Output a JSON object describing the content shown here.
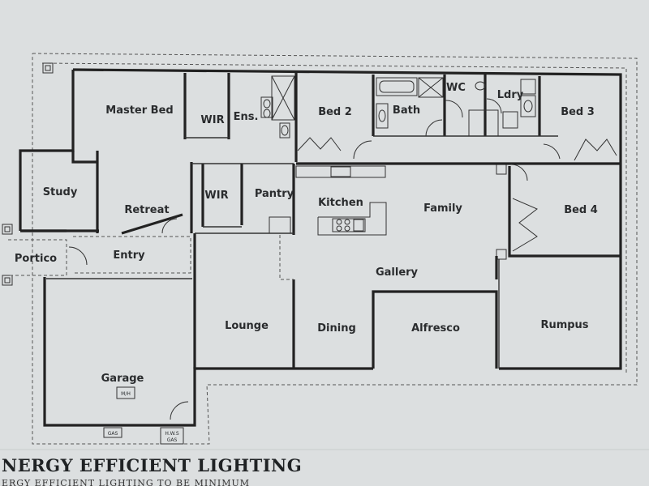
{
  "rooms": {
    "master_bed": "Master Bed",
    "wir_1": "WIR",
    "ens": "Ens.",
    "bed_2": "Bed 2",
    "bath": "Bath",
    "wc": "WC",
    "ldry": "Ldry",
    "bed_3": "Bed 3",
    "study": "Study",
    "retreat": "Retreat",
    "wir_2": "WIR",
    "pantry": "Pantry",
    "kitchen": "Kitchen",
    "family": "Family",
    "bed_4": "Bed 4",
    "portico": "Portico",
    "entry": "Entry",
    "gallery": "Gallery",
    "lounge": "Lounge",
    "dining": "Dining",
    "alfresco": "Alfresco",
    "rumpus": "Rumpus",
    "garage": "Garage"
  },
  "small_labels": {
    "meter_box": "M/H",
    "gas": "GAS",
    "hws": "H.W.S",
    "hws_gas": "GAS"
  },
  "heading": "NERGY EFFICIENT LIGHTING",
  "subheading": "ERGY EFFICIENT LIGHTING TO BE MINIMUM"
}
